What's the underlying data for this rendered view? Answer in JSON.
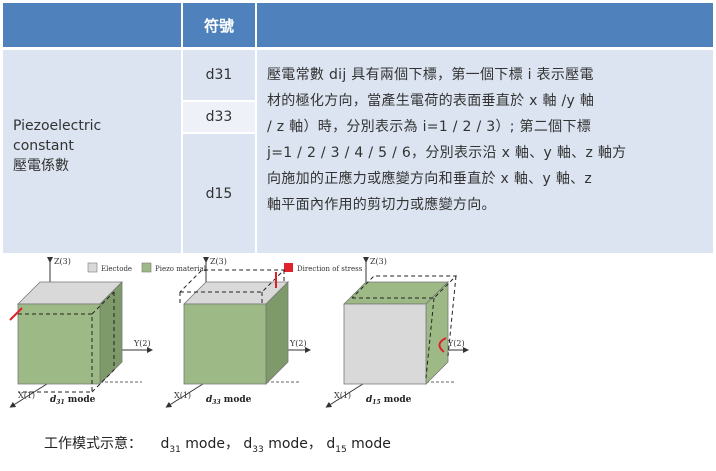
{
  "table": {
    "header_symbol": "符號",
    "property_label_line1": "Piezoelectric",
    "property_label_line2": "constant",
    "property_label_line3": "壓電係數",
    "symbols": [
      "d31",
      "d33",
      "d15"
    ],
    "description_lines": [
      "壓電常數 dij 具有兩個下標，第一個下標 i 表示壓電",
      "材的極化方向，當產生電荷的表面垂直於 x 軸 /y 軸",
      "/  z 軸）時，分別表示為 i=1 / 2 / 3）; 第二個下標",
      "j=1 / 2 / 3 / 4 / 5 / 6，分別表示沿 x 軸、y 軸、z 軸方",
      "向施加的正應力或應變方向和垂直於 x 軸、y 軸、z",
      "軸平面內作用的剪切力或應變方向。"
    ]
  },
  "figure": {
    "legend_electrode": "Electode",
    "legend_piezo": "Piezo material",
    "legend_stress": "Direction of stress",
    "axis_z": "Z(3)",
    "axis_y": "Y(2)",
    "axis_x": "X(1)",
    "mode_word": "mode",
    "mode_1_sub": "31",
    "mode_2_sub": "33",
    "mode_3_sub": "15",
    "colors": {
      "piezo": "#9dba86",
      "electrode": "#d9d9d9",
      "stress": "#e0202a"
    }
  },
  "caption": {
    "prefix": "工作模式示意：",
    "items": [
      {
        "d": "d",
        "sub": "31",
        "suffix": " mode，"
      },
      {
        "d": "d",
        "sub": "33",
        "suffix": " mode，"
      },
      {
        "d": "d",
        "sub": "15",
        "suffix": " mode"
      }
    ]
  }
}
